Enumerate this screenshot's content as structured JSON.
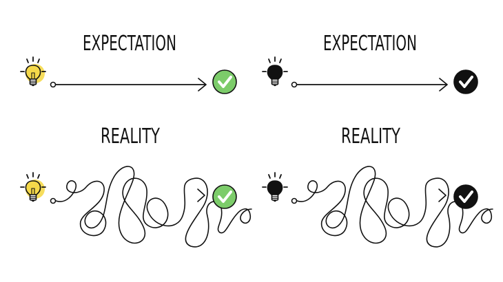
{
  "panels": [
    {
      "style": "color",
      "expectation_label": "EXPECTATION",
      "reality_label": "REALITY",
      "bulb_color": "#f5d94a",
      "check_fill": "#7ccc6a",
      "check_mark": "#ffffff",
      "icons": {
        "bulb": "lightbulb-icon",
        "goal": "checkmark-circle-icon"
      }
    },
    {
      "style": "mono",
      "expectation_label": "EXPECTATION",
      "reality_label": "REALITY",
      "bulb_color": "#111111",
      "check_fill": "#111111",
      "check_mark": "#ffffff",
      "icons": {
        "bulb": "lightbulb-icon",
        "goal": "checkmark-circle-icon"
      }
    }
  ],
  "colors": {
    "ink": "#111111",
    "background": "#ffffff"
  }
}
